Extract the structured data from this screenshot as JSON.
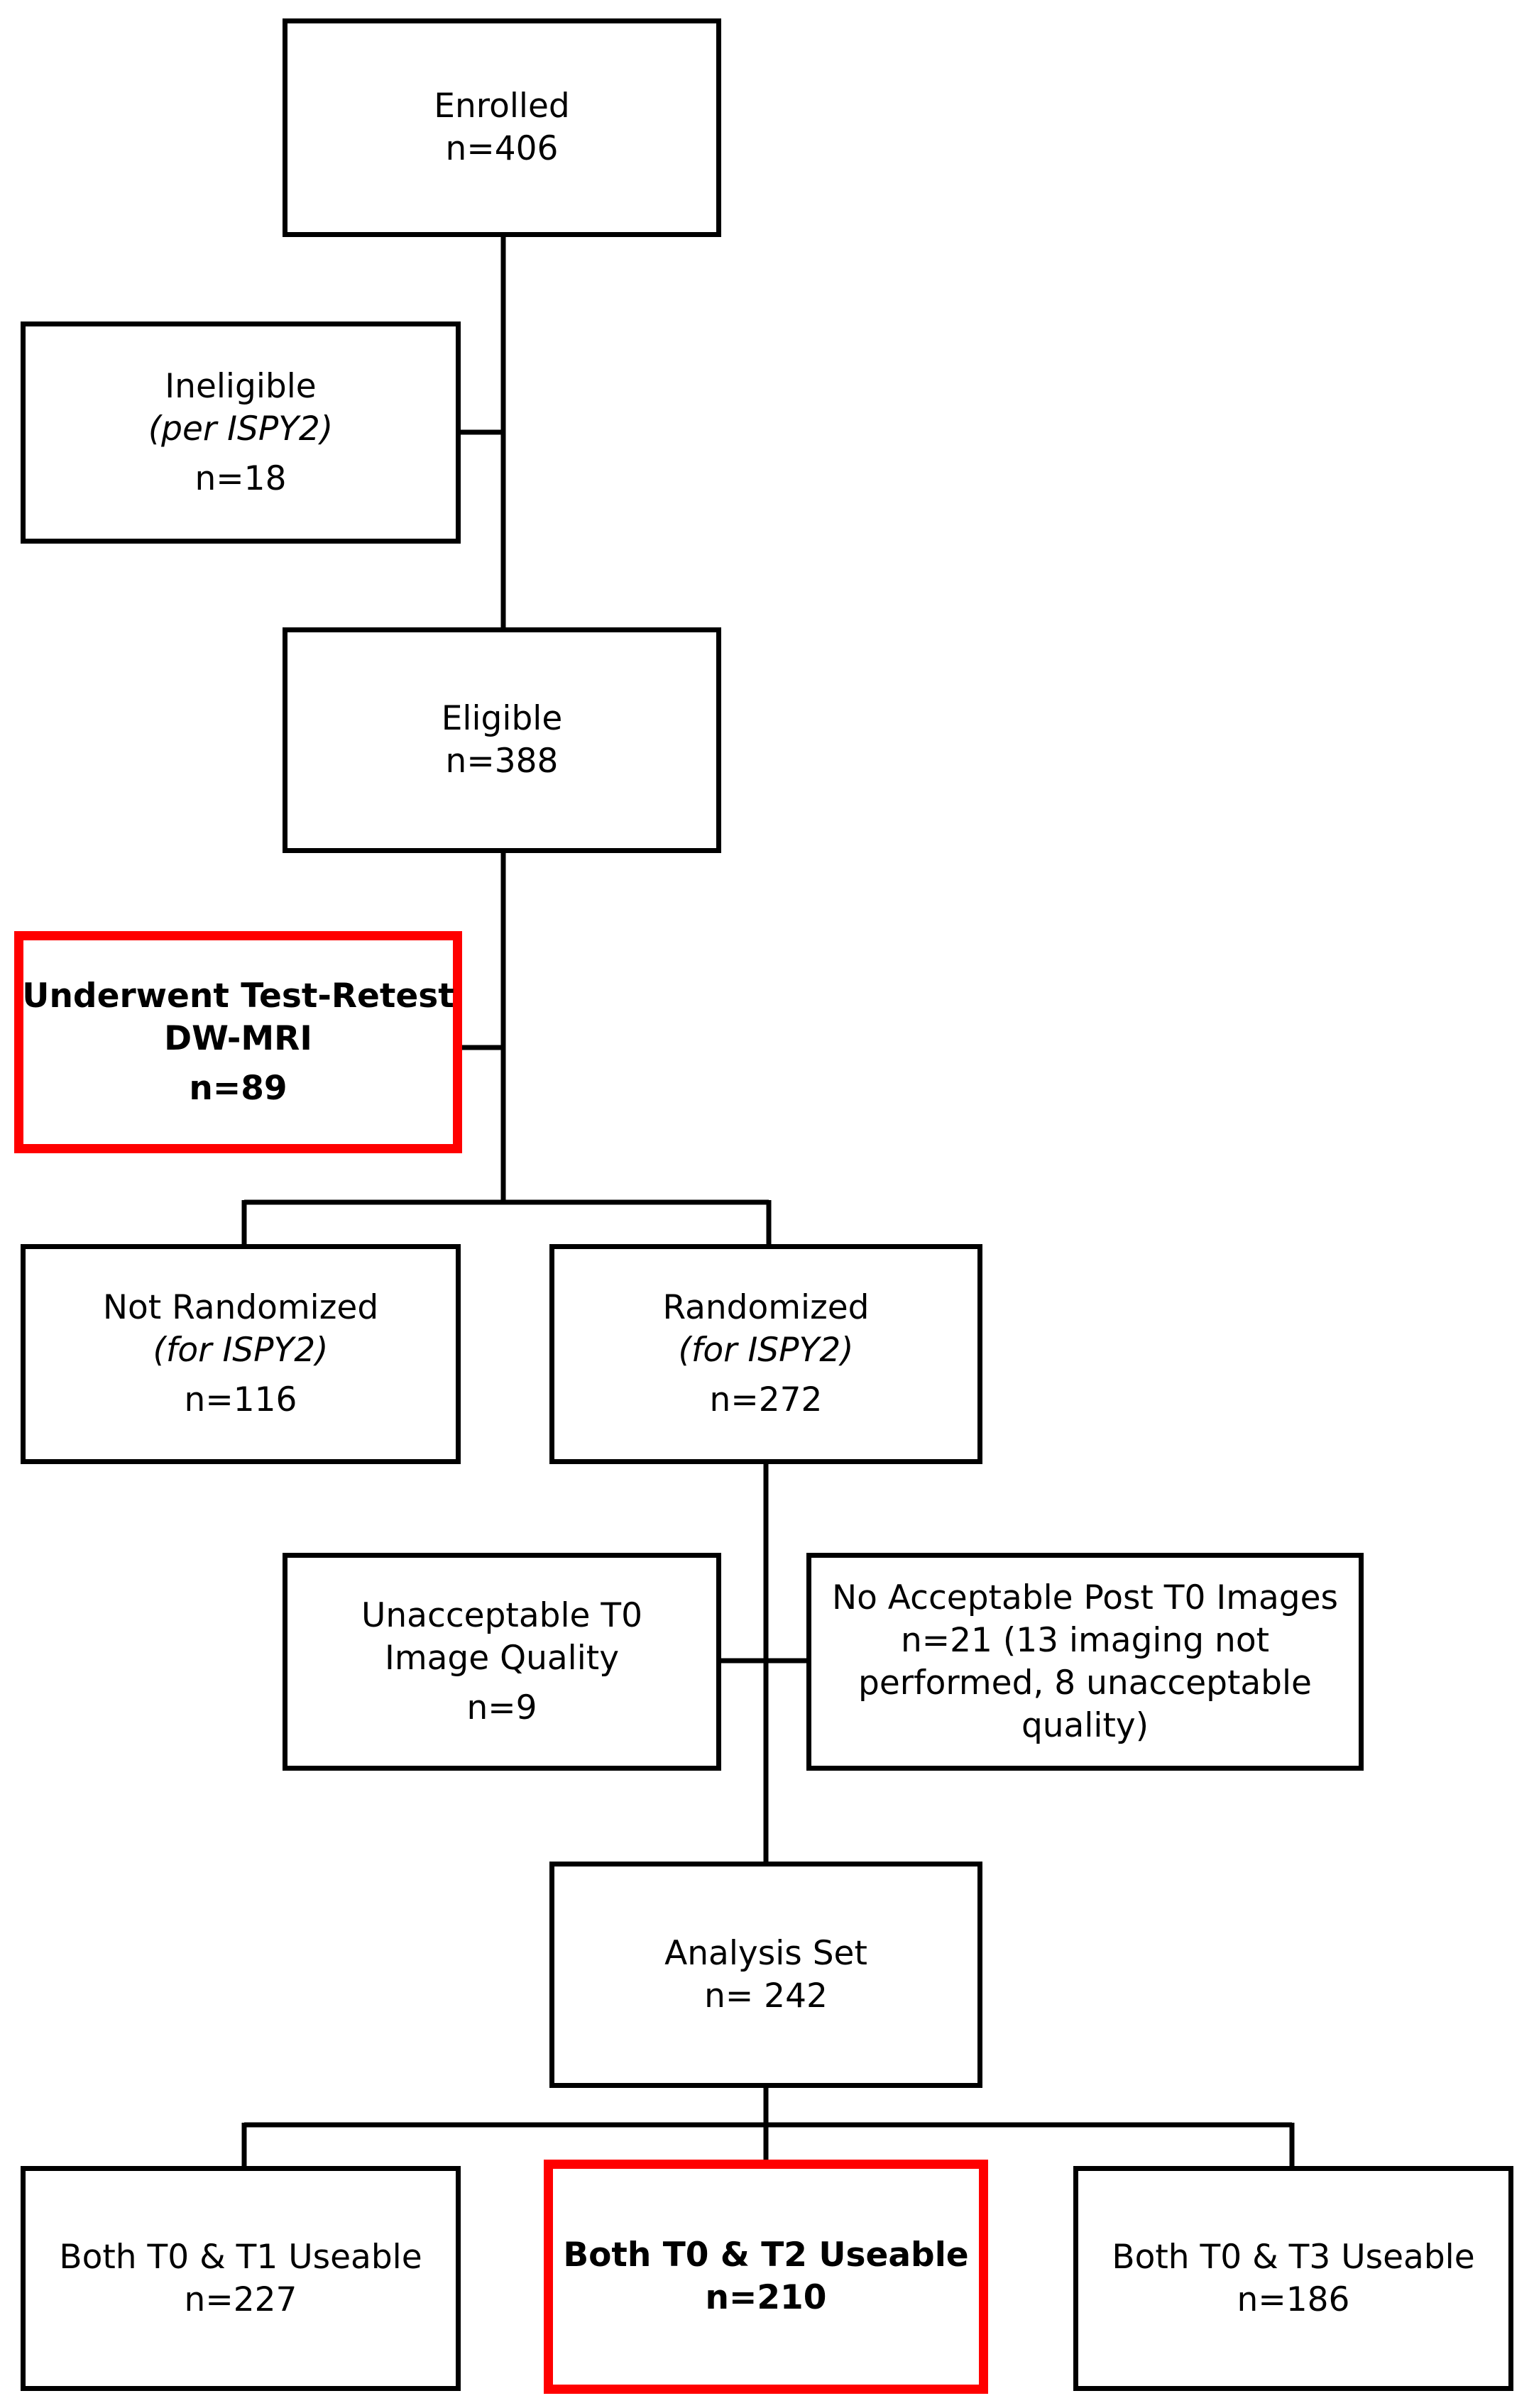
{
  "flowchart": {
    "enrolled": {
      "lines": [
        "Enrolled",
        "n=406"
      ]
    },
    "ineligible": {
      "lines": [
        "Ineligible",
        "(per ISPY2)",
        "n=18"
      ]
    },
    "eligible": {
      "lines": [
        "Eligible",
        "n=388"
      ]
    },
    "test_retest": {
      "lines": [
        "Underwent Test-Retest",
        "DW-MRI",
        "n=89"
      ],
      "highlighted": true
    },
    "not_randomized": {
      "lines": [
        "Not Randomized",
        "(for ISPY2)",
        "n=116"
      ]
    },
    "randomized": {
      "lines": [
        "Randomized",
        "(for ISPY2)",
        "n=272"
      ]
    },
    "unacceptable_t0": {
      "lines": [
        "Unacceptable T0",
        "Image Quality",
        "n=9"
      ]
    },
    "no_post_t0": {
      "lines": [
        "No Acceptable Post T0 Images",
        "n=21 (13 imaging not",
        "performed, 8 unacceptable",
        "quality)"
      ]
    },
    "analysis_set": {
      "lines": [
        "Analysis Set",
        "n= 242"
      ]
    },
    "t0_t1": {
      "lines": [
        "Both T0 & T1 Useable",
        "n=227"
      ]
    },
    "t0_t2": {
      "lines": [
        "Both T0 & T2 Useable",
        "n=210"
      ],
      "highlighted": true
    },
    "t0_t3": {
      "lines": [
        "Both T0 & T3 Useable",
        "n=186"
      ]
    }
  },
  "colors": {
    "border": "#000000",
    "highlight_border": "#ff0000",
    "background": "#ffffff"
  }
}
